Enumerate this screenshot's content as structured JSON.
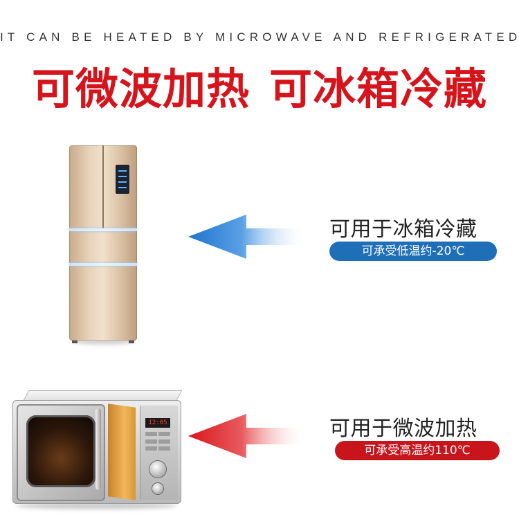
{
  "header": {
    "subtitle": "IT CAN BE HEATED BY MICROWAVE AND REFRIGERATED",
    "headline_left": "可微波加热",
    "headline_right": "可冰箱冷藏"
  },
  "fridge_row": {
    "title": "可用于冰箱冷藏",
    "badge": "可承受低温约-20℃",
    "badge_color": "#1f6fb8",
    "arrow_color": "#2f7fd1",
    "appliance_icon": "refrigerator-icon"
  },
  "microwave_row": {
    "title": "可用于微波加热",
    "badge": "可承受高温约110℃",
    "badge_color": "#c8141b",
    "arrow_color": "#d9161c",
    "appliance_icon": "microwave-icon",
    "display_time": "12:05"
  },
  "colors": {
    "headline": "#d6141b",
    "subtitle": "#333333",
    "background": "#ffffff"
  }
}
